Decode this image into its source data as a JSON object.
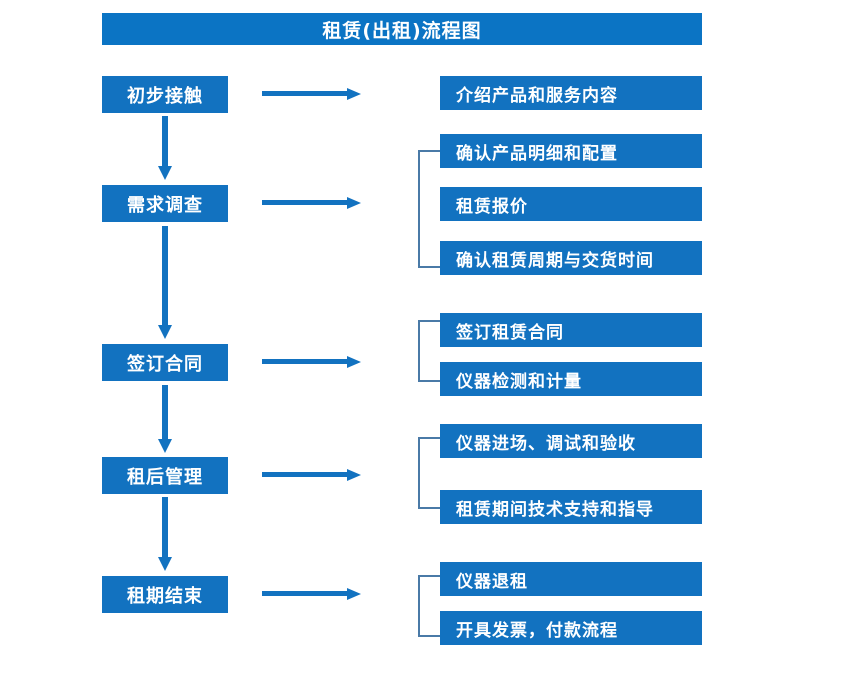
{
  "diagram": {
    "title": "租赁(出租)流程图",
    "colors": {
      "title_bar": "#0B74C4",
      "box_fill": "#1272C0",
      "box_text": "#FFFFFF",
      "arrow": "#1272C0",
      "bracket": "#4A7AA7",
      "background": "#FFFFFF"
    },
    "stages": [
      {
        "label": "初步接触"
      },
      {
        "label": "需求调查"
      },
      {
        "label": "签订合同"
      },
      {
        "label": "租后管理"
      },
      {
        "label": "租期结束"
      }
    ],
    "detail_groups": [
      {
        "bracketed": false,
        "items": [
          {
            "label": "介绍产品和服务内容"
          }
        ]
      },
      {
        "bracketed": true,
        "items": [
          {
            "label": "确认产品明细和配置"
          },
          {
            "label": "租赁报价"
          },
          {
            "label": "确认租赁周期与交货时间"
          }
        ]
      },
      {
        "bracketed": true,
        "items": [
          {
            "label": "签订租赁合同"
          },
          {
            "label": "仪器检测和计量"
          }
        ]
      },
      {
        "bracketed": true,
        "items": [
          {
            "label": "仪器进场、调试和验收"
          },
          {
            "label": "租赁期间技术支持和指导"
          }
        ]
      },
      {
        "bracketed": true,
        "items": [
          {
            "label": "仪器退租"
          },
          {
            "label": "开具发票，付款流程"
          }
        ]
      }
    ]
  }
}
